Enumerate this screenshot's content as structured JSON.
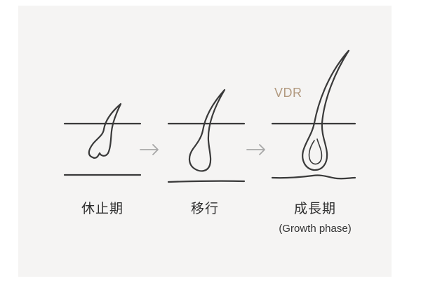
{
  "stages": [
    {
      "label": "休止期"
    },
    {
      "label": "移行"
    },
    {
      "label": "成長期",
      "sublabel": "(Growth phase)"
    }
  ],
  "annotation": {
    "text": "VDR",
    "color": "#b29a80"
  },
  "colors": {
    "line": "#3a3a3a",
    "arrow": "#a8a8a8",
    "background": "#f5f4f3"
  }
}
